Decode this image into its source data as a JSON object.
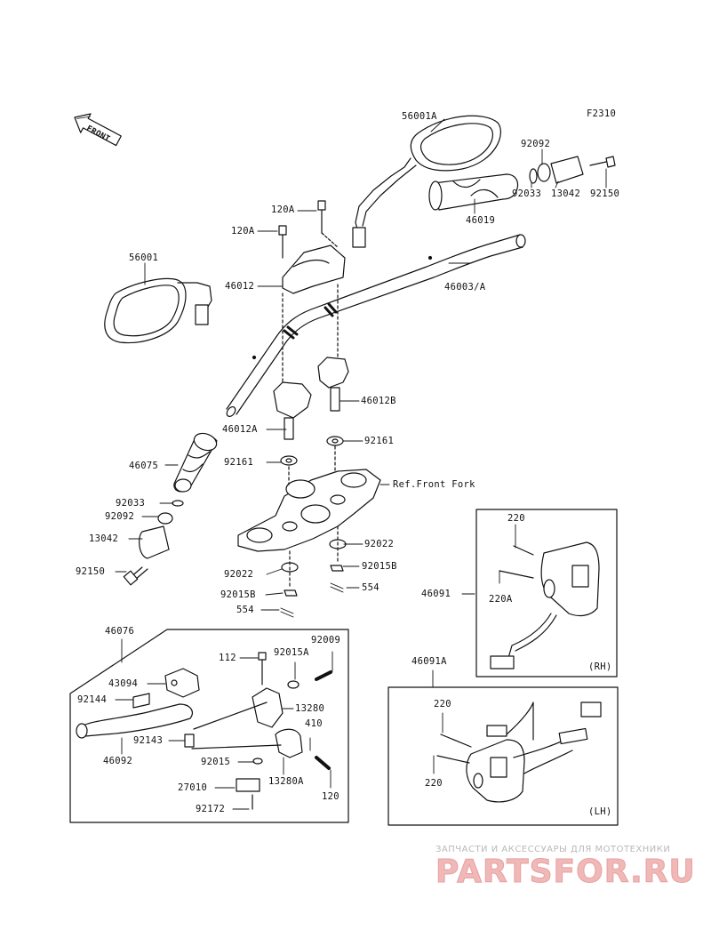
{
  "figure_code": "F2310",
  "front_arrow_text": "FRONT",
  "parts": {
    "mirror_right": "56001A",
    "mirror_left": "56001",
    "grip_right": "46019",
    "weight_collar_r": "92092",
    "clip_r": "92033",
    "bar_end_r": "13042",
    "bolt_end_r": "92150",
    "bolt_a1": "120A",
    "bolt_a2": "120A",
    "holder_upper": "46012",
    "handlebar": "46003/A",
    "holder_lower_b": "46012B",
    "holder_lower_a": "46012A",
    "washer_r": "92161",
    "washer_l": "92161",
    "grip_left": "46075",
    "clip_l": "92033",
    "weight_collar_l": "92092",
    "bar_end_l": "13042",
    "bolt_end_l": "92150",
    "ref_front_fork": "Ref.Front Fork",
    "washer_022_r": "92022",
    "washer_022_l": "92022",
    "nut_r": "92015B",
    "nut_l": "92015B",
    "cotter_r": "554",
    "cotter_l": "554",
    "switch_rh_screw": "220",
    "switch_rh": "46091",
    "switch_rh_screw_a": "220A",
    "rh_label": "(RH)",
    "switch_lh": "46091A",
    "switch_lh_screw1": "220",
    "switch_lh_screw2": "220",
    "lh_label": "(LH)",
    "lever_assy": "46076",
    "bolt_112": "112",
    "nut_015a": "92015A",
    "screw_009": "92009",
    "lever_holder": "43094",
    "spring": "92144",
    "bracket_13280": "13280",
    "pivot_143": "92143",
    "collar_410": "410",
    "lever": "46092",
    "nut_015": "92015",
    "clamp_13280a": "13280A",
    "switch_27010": "27010",
    "bolt_120": "120",
    "screw_172": "92172"
  },
  "watermark": {
    "caption": "ЗАПЧАСТИ И АКСЕССУАРЫ ДЛЯ МОТОТЕХНИКИ",
    "logo": "PARTSFOR.RU"
  }
}
